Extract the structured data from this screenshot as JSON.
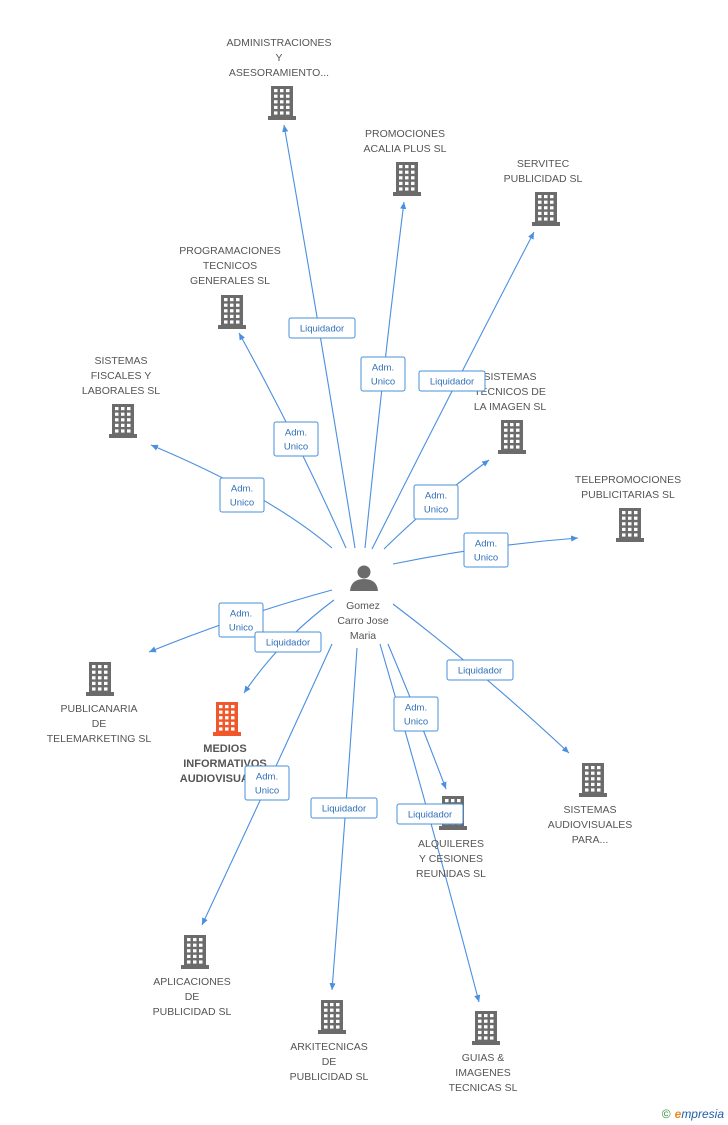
{
  "center": {
    "icon": "person-icon",
    "lines": [
      "Gomez",
      "Carro Jose",
      "Maria"
    ]
  },
  "companies": [
    {
      "id": "administraciones",
      "lines": [
        "ADMINISTRACIONES",
        "Y",
        "ASESORAMIENTO..."
      ],
      "icon": "building-icon"
    },
    {
      "id": "promociones-acalia",
      "lines": [
        "PROMOCIONES",
        "ACALIA PLUS SL"
      ],
      "icon": "building-icon"
    },
    {
      "id": "servitec",
      "lines": [
        "SERVITEC",
        "PUBLICIDAD SL"
      ],
      "icon": "building-icon"
    },
    {
      "id": "programaciones",
      "lines": [
        "PROGRAMACIONES",
        "TECNICOS",
        "GENERALES SL"
      ],
      "icon": "building-icon"
    },
    {
      "id": "sistemas-fiscales",
      "lines": [
        "SISTEMAS",
        "FISCALES Y",
        "LABORALES SL"
      ],
      "icon": "building-icon"
    },
    {
      "id": "sistemas-tecnicos",
      "lines": [
        "SISTEMAS",
        "TECNICOS DE",
        "LA IMAGEN SL"
      ],
      "icon": "building-icon"
    },
    {
      "id": "telepromociones",
      "lines": [
        "TELEPROMOCIONES",
        "PUBLICITARIAS SL"
      ],
      "icon": "building-icon"
    },
    {
      "id": "publicanaria",
      "lines": [
        "PUBLICANARIA",
        "DE",
        "TELEMARKETING SL"
      ],
      "icon": "building-icon"
    },
    {
      "id": "medios",
      "lines": [
        "MEDIOS",
        "INFORMATIVOS",
        "AUDIOVISUALES"
      ],
      "icon": "building-icon",
      "highlight": true
    },
    {
      "id": "sistemas-audiovisuales",
      "lines": [
        "SISTEMAS",
        "AUDIOVISUALES",
        "PARA..."
      ],
      "icon": "building-icon"
    },
    {
      "id": "alquileres",
      "lines": [
        "ALQUILERES",
        "Y CESIONES",
        "REUNIDAS SL"
      ],
      "icon": "building-icon"
    },
    {
      "id": "aplicaciones",
      "lines": [
        "APLICACIONES",
        "DE",
        "PUBLICIDAD SL"
      ],
      "icon": "building-icon"
    },
    {
      "id": "arkitecnicas",
      "lines": [
        "ARKITECNICAS",
        "DE",
        "PUBLICIDAD SL"
      ],
      "icon": "building-icon"
    },
    {
      "id": "guias",
      "lines": [
        "GUIAS &",
        "IMAGENES",
        "TECNICAS SL"
      ],
      "icon": "building-icon"
    }
  ],
  "relations": [
    {
      "to": "administraciones",
      "lines": [
        "Liquidador"
      ]
    },
    {
      "to": "promociones-acalia",
      "lines": [
        "Adm.",
        "Unico"
      ]
    },
    {
      "to": "servitec",
      "lines": [
        "Liquidador"
      ]
    },
    {
      "to": "programaciones",
      "lines": [
        "Adm.",
        "Unico"
      ]
    },
    {
      "to": "sistemas-fiscales",
      "lines": [
        "Adm.",
        "Unico"
      ]
    },
    {
      "to": "sistemas-tecnicos",
      "lines": [
        "Adm.",
        "Unico"
      ]
    },
    {
      "to": "telepromociones",
      "lines": [
        "Adm.",
        "Unico"
      ]
    },
    {
      "to": "publicanaria",
      "lines": [
        "Adm.",
        "Unico"
      ]
    },
    {
      "to": "medios",
      "lines": [
        "Liquidador"
      ]
    },
    {
      "to": "sistemas-audiovisuales",
      "lines": [
        "Liquidador"
      ]
    },
    {
      "to": "alquileres",
      "lines": [
        "Adm.",
        "Unico"
      ]
    },
    {
      "to": "aplicaciones",
      "lines": [
        "Adm.",
        "Unico"
      ]
    },
    {
      "to": "arkitecnicas",
      "lines": [
        "Liquidador"
      ]
    },
    {
      "to": "guias",
      "lines": [
        "Liquidador"
      ]
    }
  ],
  "colors": {
    "edge": "#4a8fe0",
    "building": "#6b6b6b",
    "highlight": "#f0572a",
    "person": "#6b6b6b"
  },
  "footer": {
    "copyright": "©",
    "brand_first": "e",
    "brand_rest": "mpresia"
  }
}
